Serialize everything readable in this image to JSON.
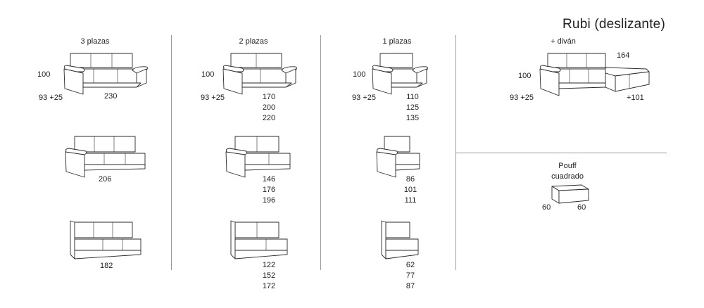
{
  "title": "Rubi (deslizante)",
  "columns": {
    "three": {
      "heading": "3 plazas"
    },
    "two": {
      "heading": "2 plazas"
    },
    "one": {
      "heading": "1 plazas"
    },
    "divan": {
      "heading": "+ diván"
    }
  },
  "dims": {
    "three_height": "100",
    "three_depth": "93 +25",
    "three_w1": "230",
    "three_w2": "206",
    "three_w3": "182",
    "two_height": "100",
    "two_depth": "93 +25",
    "two_w1": [
      "170",
      "200",
      "220"
    ],
    "two_w2": [
      "146",
      "176",
      "196"
    ],
    "two_w3": [
      "122",
      "152",
      "172"
    ],
    "one_height": "100",
    "one_depth": "93 +25",
    "one_w1": [
      "110",
      "125",
      "135"
    ],
    "one_w2": [
      "86",
      "101",
      "111"
    ],
    "one_w3": [
      "62",
      "77",
      "87"
    ],
    "divan_height": "100",
    "divan_depth": "93 +25",
    "divan_width": "164",
    "divan_extra": "+101"
  },
  "pouff": {
    "label_line1": "Pouff",
    "label_line2": "cuadrado",
    "w": "60",
    "d": "60"
  }
}
